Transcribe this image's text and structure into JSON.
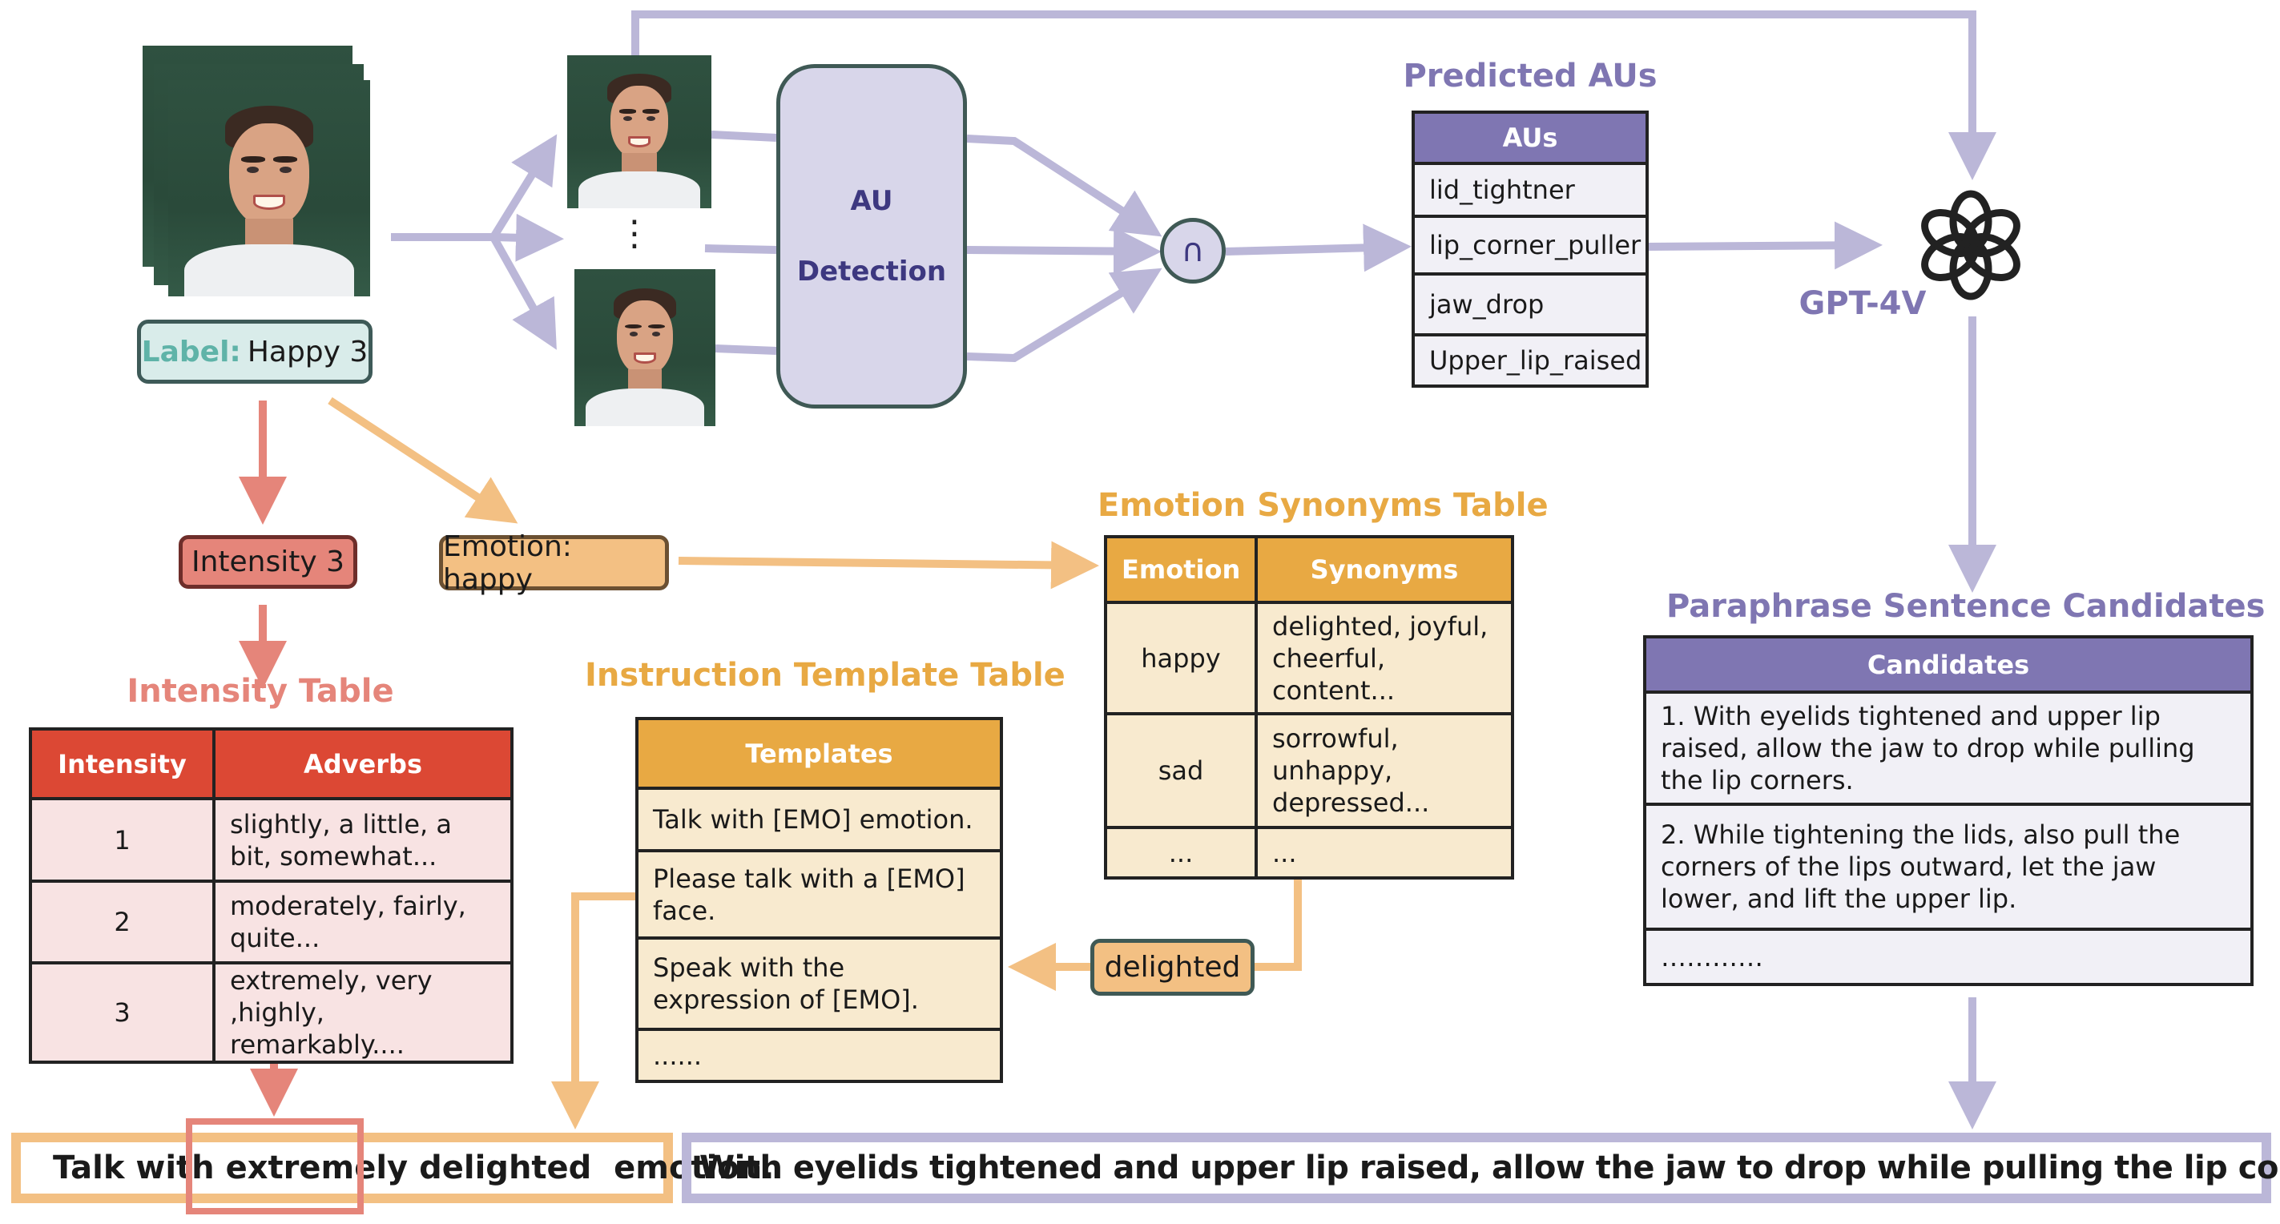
{
  "input": {
    "label_key": "Label:",
    "label_value": "Happy 3",
    "face_image": "smiling-face-photo"
  },
  "au_detection": {
    "line1": "AU",
    "line2": "Detection",
    "intersection_symbol": "∩",
    "ellipsis": "⋮"
  },
  "predicted_aus": {
    "title": "Predicted AUs",
    "header": "AUs",
    "rows": [
      "lid_tightner",
      "lip_corner_puller",
      "jaw_drop",
      "Upper_lip_raised"
    ]
  },
  "gpt": {
    "label": "GPT-4V",
    "icon": "openai-logo-icon"
  },
  "paraphrase": {
    "title": "Paraphrase Sentence Candidates",
    "header": "Candidates",
    "rows": [
      "1. With eyelids tightened and upper lip raised, allow the jaw to drop while pulling the lip corners.",
      "2. While tightening the lids, also pull the corners of the lips outward, let the jaw lower, and lift the upper lip.",
      "…………"
    ]
  },
  "intensity_node": "Intensity 3",
  "emotion_node": "Emotion: happy",
  "intensity_table": {
    "title": "Intensity Table",
    "headers": [
      "Intensity",
      "Adverbs"
    ],
    "rows": [
      {
        "level": "1",
        "adverbs": "slightly, a little, a bit, somewhat..."
      },
      {
        "level": "2",
        "adverbs": "moderately, fairly, quite..."
      },
      {
        "level": "3",
        "adverbs": "extremely, very ,highly, remarkably...."
      }
    ]
  },
  "template_table": {
    "title": "Instruction Template Table",
    "header": "Templates",
    "rows": [
      "Talk with [EMO] emotion.",
      "Please talk with a [EMO] face.",
      "Speak with the expression of [EMO].",
      "......"
    ]
  },
  "synonyms_table": {
    "title": "Emotion Synonyms Table",
    "headers": [
      "Emotion",
      "Synonyms"
    ],
    "rows": [
      {
        "emotion": "happy",
        "synonyms": "delighted, joyful, cheerful, content..."
      },
      {
        "emotion": "sad",
        "synonyms": "sorrowful, unhappy, depressed..."
      },
      {
        "emotion": "...",
        "synonyms": "..."
      }
    ]
  },
  "selected_synonym": "delighted",
  "output": {
    "part1": "Talk with",
    "highlight": "extremely",
    "part2": "delighted  emotion.",
    "paraphrase_sentence": "With eyelids tightened and upper lip raised, allow the jaw to drop while pulling the lip corners."
  },
  "colors": {
    "purple": "#7f76b2",
    "light_purple": "#bbb7d8",
    "orange": "#e8a943",
    "light_orange": "#f3c083",
    "red": "#dc4834",
    "salmon": "#e5857a",
    "teal": "#5fb3a8"
  }
}
